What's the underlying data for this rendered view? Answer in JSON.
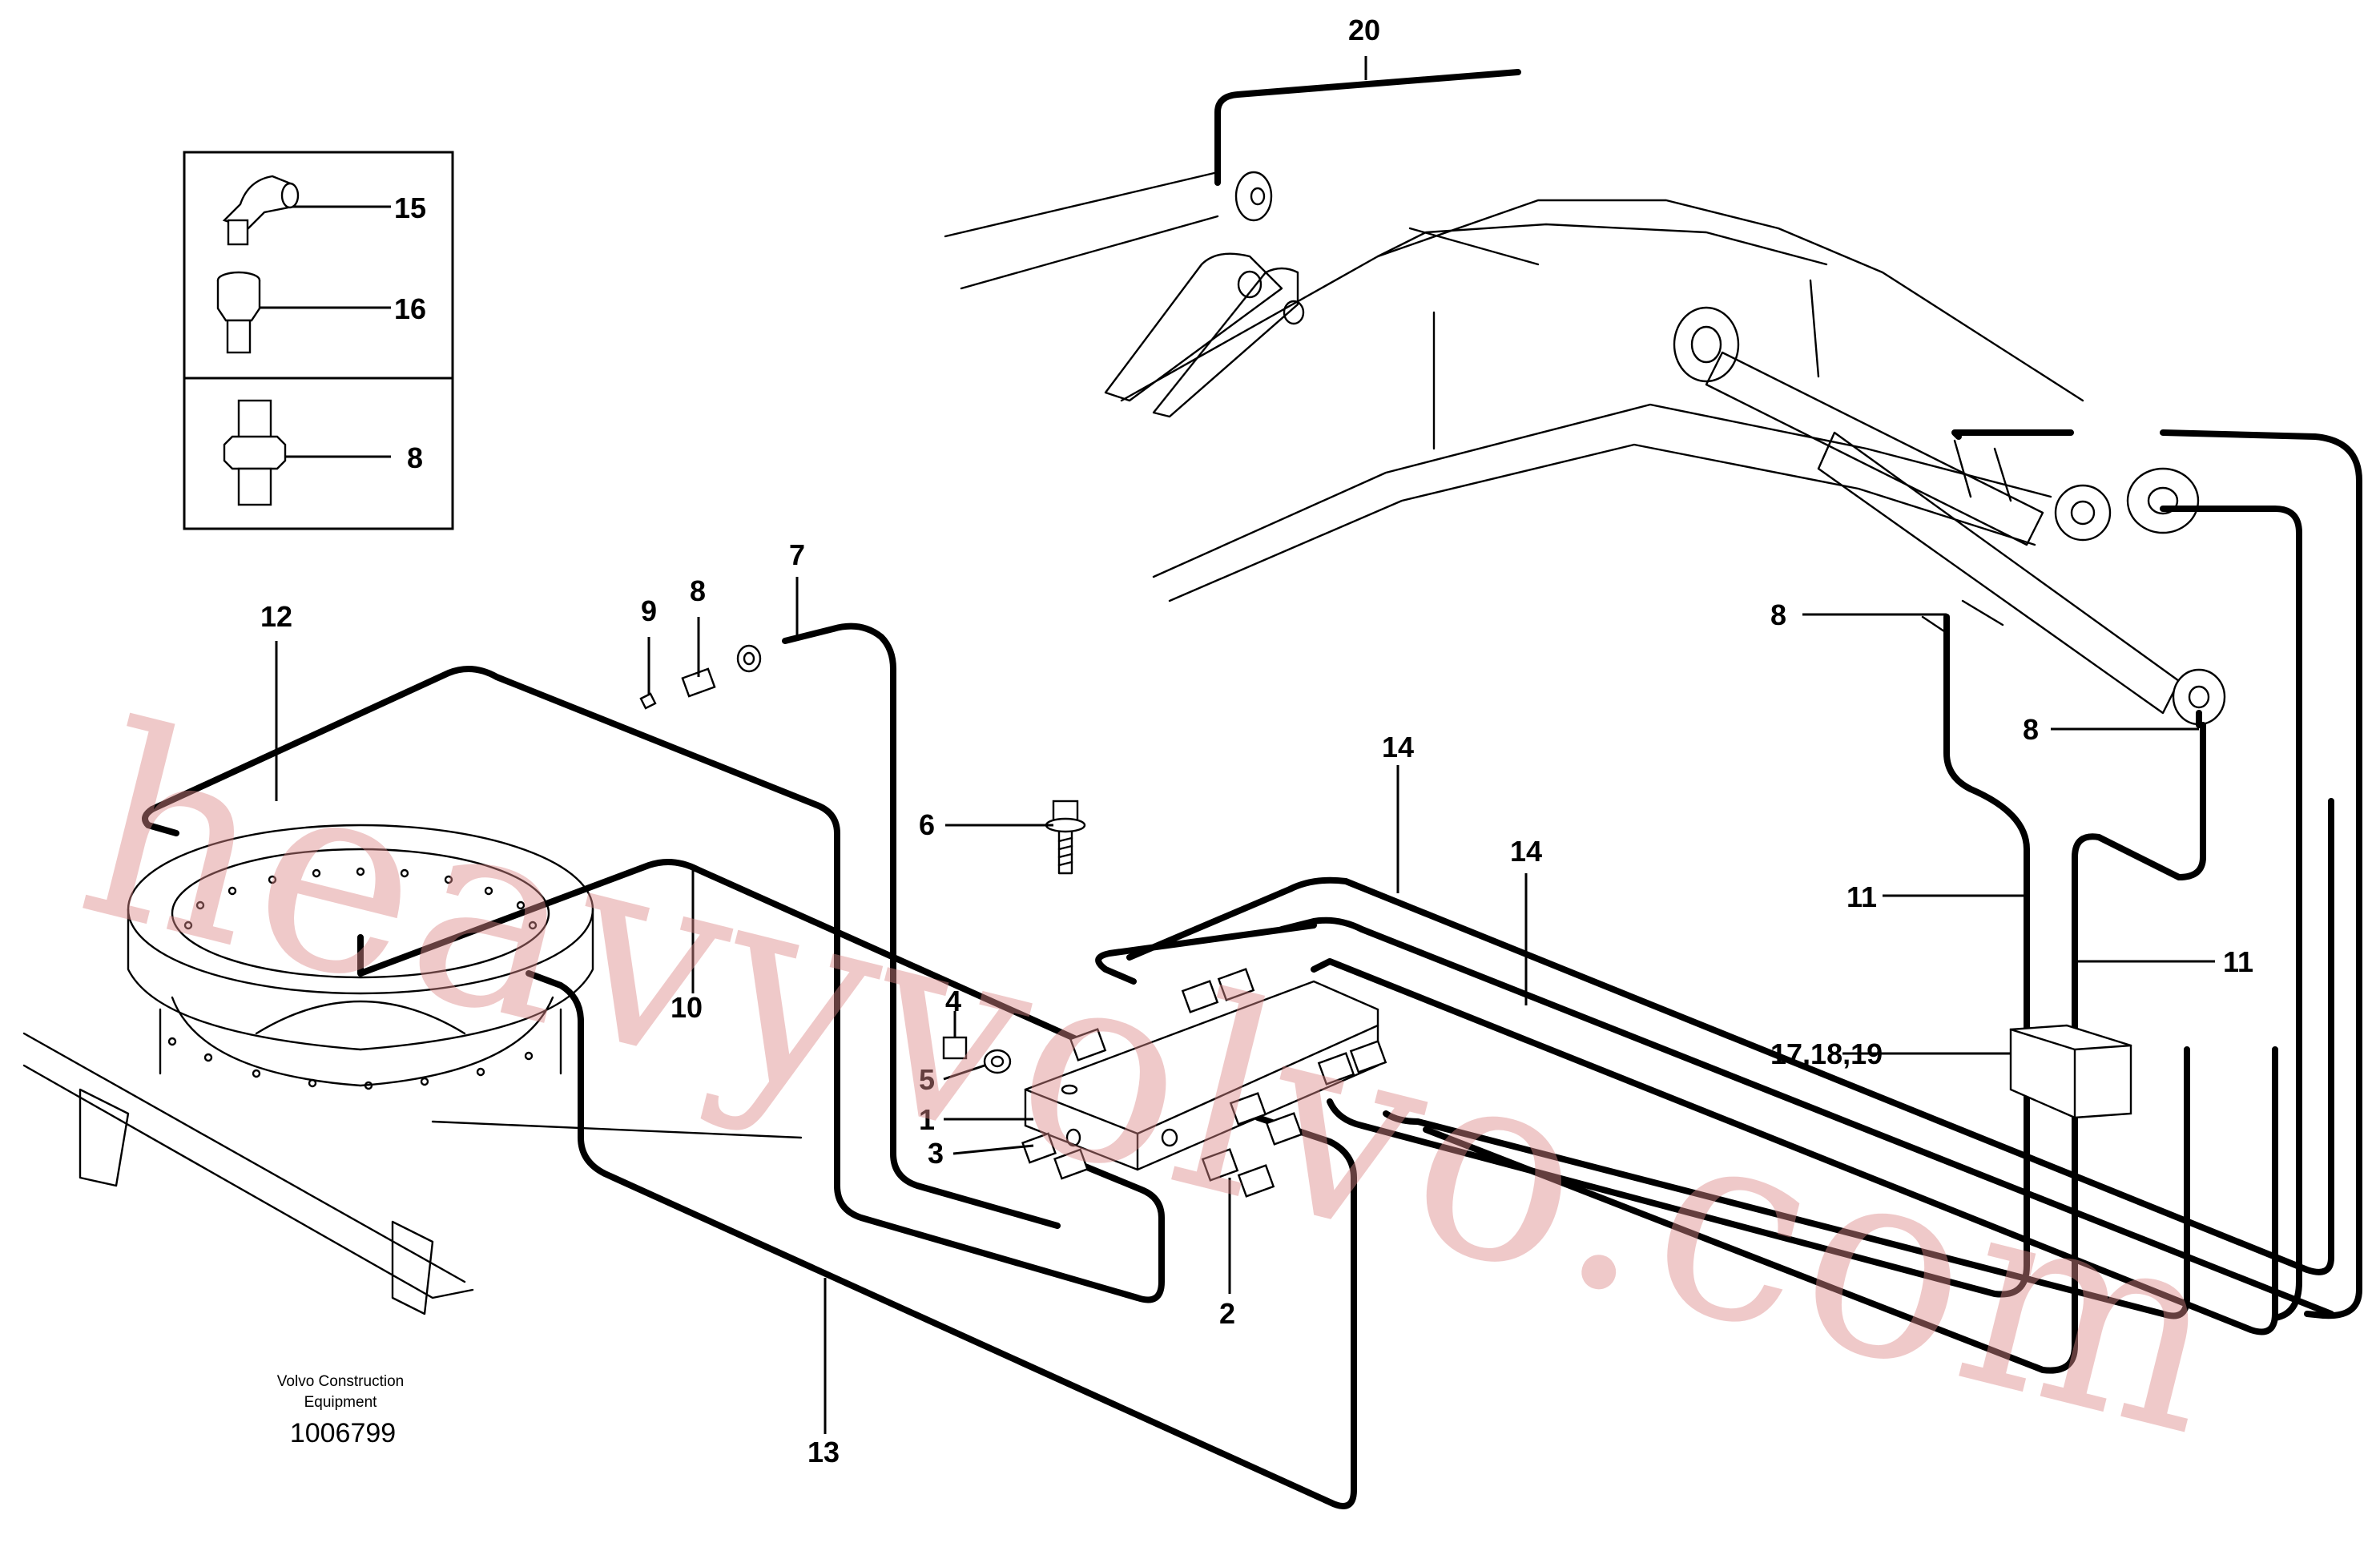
{
  "labels": {
    "l1": "1",
    "l2": "2",
    "l3": "3",
    "l4": "4",
    "l5": "5",
    "l6": "6",
    "l7": "7",
    "l8_top": "8",
    "l8_inset": "8",
    "l8_right_a": "8",
    "l8_right_b": "8",
    "l9": "9",
    "l10": "10",
    "l11_a": "11",
    "l11_b": "11",
    "l12": "12",
    "l13": "13",
    "l14_a": "14",
    "l14_b": "14",
    "l15": "15",
    "l16": "16",
    "l17": "17,18,19",
    "l20": "20"
  },
  "footer": {
    "company_line1": "Volvo Construction",
    "company_line2": "Equipment",
    "drawing_number": "1006799"
  },
  "watermark": "heavyvolvo.com",
  "colors": {
    "line": "#000000",
    "watermark": "#dd8a8a"
  }
}
